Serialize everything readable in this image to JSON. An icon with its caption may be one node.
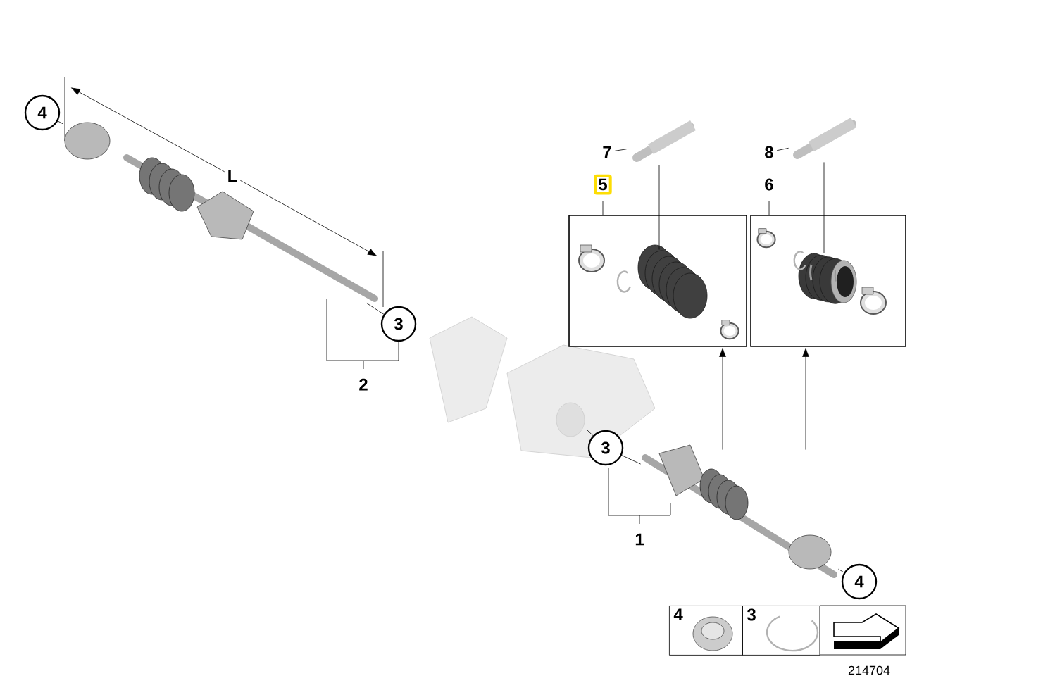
{
  "diagram": {
    "nodes": [
      {
        "text": [
          "4"
        ]
      },
      {
        "text": [],
        "shape": "picture"
      },
      {
        "text": [
          "3"
        ]
      },
      {
        "text": [],
        "shape": "picture"
      },
      {
        "text": [
          "3"
        ]
      },
      {
        "text": [],
        "shape": "picture",
        "beside": [
          "1"
        ]
      },
      {
        "text": [
          "4"
        ]
      },
      {
        "text": [
          "5"
        ]
      },
      {
        "text": [],
        "shape": "picture",
        "in": 7
      },
      {
        "text": [
          "6"
        ]
      },
      {
        "text": [],
        "shape": "picture",
        "in": 9
      },
      {
        "text": [
          "7"
        ]
      },
      {
        "text": [],
        "shape": "picture"
      },
      {
        "text": [
          "8"
        ]
      },
      {
        "text": [],
        "shape": "picture"
      },
      {
        "text": [
          "4"
        ]
      },
      {
        "text": [
          "3"
        ]
      },
      {
        "text": [],
        "shape": "box"
      }
    ],
    "edges": [
      {
        "from": 0,
        "to": 1,
        "arrow": "none"
      },
      {
        "from": 2,
        "to": 1,
        "arrow": "none"
      },
      {
        "from": 4,
        "to": 3,
        "arrow": "none"
      },
      {
        "from": 4,
        "to": 5,
        "arrow": "none"
      },
      {
        "from": 6,
        "to": 5,
        "arrow": "none"
      },
      {
        "from": 5,
        "to": 7,
        "arrow": "to"
      },
      {
        "from": 5,
        "to": 9,
        "arrow": "to"
      },
      {
        "from": 11,
        "to": 12,
        "arrow": "none"
      },
      {
        "from": 13,
        "to": 14,
        "arrow": "none"
      },
      {
        "from": 12,
        "to": 8,
        "arrow": "none"
      },
      {
        "from": 14,
        "to": 10,
        "arrow": "none"
      }
    ],
    "labels": [
      "L",
      "2",
      "214704"
    ]
  }
}
